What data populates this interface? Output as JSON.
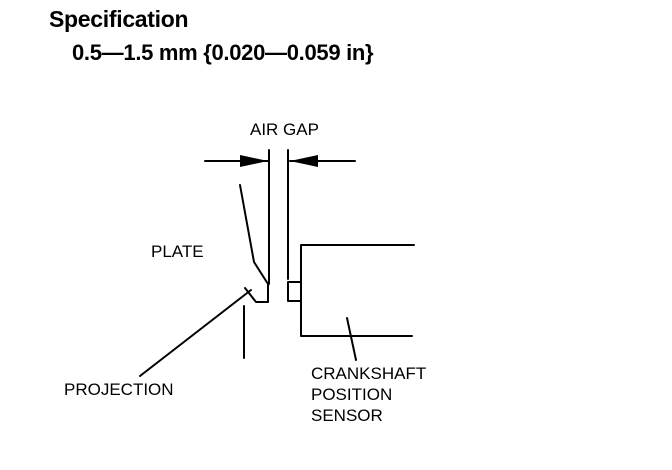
{
  "specification": {
    "heading": "Specification",
    "value": "0.5—1.5 mm {0.020—0.059 in}"
  },
  "diagram": {
    "labels": {
      "air_gap": "AIR GAP",
      "plate": "PLATE",
      "projection": "PROJECTION",
      "sensor_line1": "CRANKSHAFT",
      "sensor_line2": "POSITION",
      "sensor_line3": "SENSOR"
    },
    "ink_color": "#000000",
    "background_color": "#ffffff"
  }
}
